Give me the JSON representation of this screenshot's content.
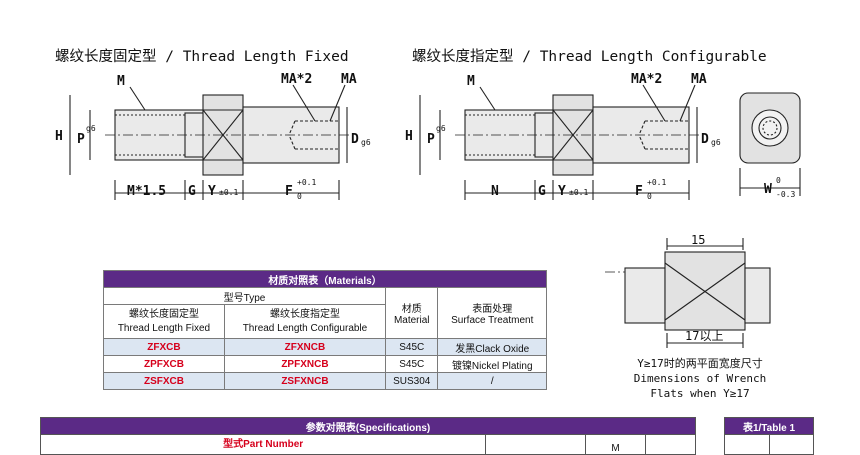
{
  "titles": {
    "fixed": "螺纹长度固定型 / Thread Length Fixed",
    "configurable": "螺纹长度指定型 / Thread Length Configurable"
  },
  "dims_fixed": {
    "m": "M",
    "ma2": "MA*2",
    "ma": "MA",
    "h": "H",
    "p": "P",
    "p_sub": "g6",
    "d": "D",
    "d_sub": "g6",
    "m15": "M*1.5",
    "g": "G",
    "y": "Y",
    "y_tol": "±0.1",
    "f": "F",
    "f_up": "+0.1",
    "f_low": "0"
  },
  "dims_conf": {
    "m": "M",
    "ma2": "MA*2",
    "ma": "MA",
    "h": "H",
    "p": "P",
    "p_sub": "g6",
    "d": "D",
    "d_sub": "g6",
    "n": "N",
    "g": "G",
    "y": "Y",
    "y_tol": "±0.1",
    "f": "F",
    "f_up": "+0.1",
    "f_low": "0"
  },
  "dims_end": {
    "w": "W",
    "w_up": "0",
    "w_low": "-0.3"
  },
  "wrench": {
    "dim15": "15",
    "dim17": "17以上",
    "note1": "Y≥17时的两平面宽度尺寸",
    "note2": "Dimensions of Wrench",
    "note3": "Flats when Y≥17"
  },
  "materials": {
    "title": "材质对照表（Materials）",
    "col_type": "型号Type",
    "col_fixed_cn": "螺纹长度固定型",
    "col_fixed_en": "Thread Length Fixed",
    "col_conf_cn": "螺纹长度指定型",
    "col_conf_en": "Thread Length Configurable",
    "col_mat_cn": "材质",
    "col_mat_en": "Material",
    "col_surf_cn": "表面处理",
    "col_surf_en": "Surface Treatment",
    "rows": [
      {
        "fixed": "ZFXCB",
        "conf": "ZFXNCB",
        "material": "S45C",
        "surface": "发黑Clack Oxide"
      },
      {
        "fixed": "ZPFXCB",
        "conf": "ZPFXNCB",
        "material": "S45C",
        "surface": "镀镍Nickel Plating"
      },
      {
        "fixed": "ZSFXCB",
        "conf": "ZSFXNCB",
        "material": "SUS304",
        "surface": "/"
      }
    ]
  },
  "specs": {
    "title": "参数对照表(Specifications)",
    "part_number": "型式Part Number",
    "m": "M"
  },
  "table1": {
    "title": "表1/Table 1"
  },
  "colors": {
    "header_purple": "#5b2a86",
    "code_red": "#d6001c",
    "row_blue": "#dce6f2"
  }
}
